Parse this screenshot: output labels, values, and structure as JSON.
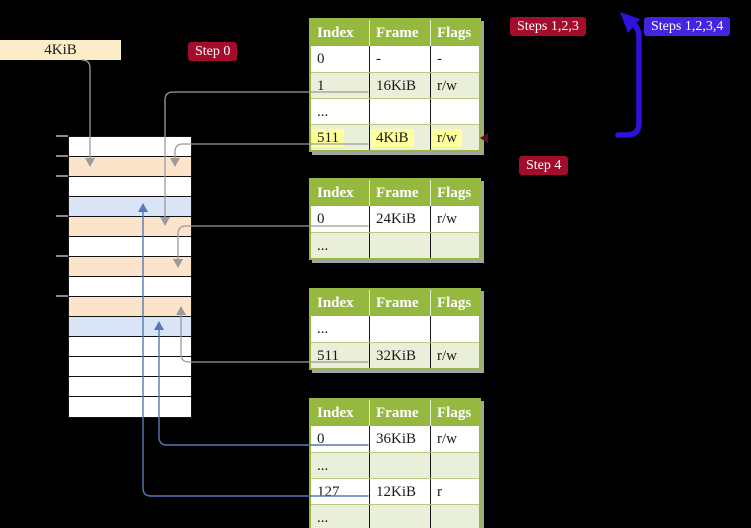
{
  "legend": {
    "page_size_label": "4KiB",
    "step0": "Step 0",
    "steps123": "Steps 1,2,3",
    "steps1234": "Steps 1,2,3,4",
    "step4": "Step 4"
  },
  "colors": {
    "table_header_bg": "#95b93f",
    "table_row_bg": "#ffffff",
    "table_row_alt_bg": "#e9efd8",
    "highlight_bg": "#ffff9c",
    "memory_white": "#ffffff",
    "memory_orange": "#fce4cb",
    "memory_blue": "#d9e5f6",
    "label_red_bg": "#a30d2b",
    "label_blue_bg": "#4424e0",
    "arrow_gray": "#9b9b9b",
    "arrow_blue_thin": "#5579b7",
    "arrow_blue_thick": "#2d12dd",
    "page_size_label_bg": "#fcedc9"
  },
  "memory_column": {
    "rows": [
      "white",
      "orange",
      "white",
      "blue",
      "orange",
      "white",
      "orange",
      "white",
      "orange",
      "blue",
      "white",
      "white",
      "white",
      "white"
    ]
  },
  "tables": [
    {
      "name": "page-table-1",
      "headers": [
        "Index",
        "Frame",
        "Flags"
      ],
      "rows": [
        [
          "0",
          "-",
          "-"
        ],
        [
          "1",
          "16KiB",
          "r/w"
        ],
        [
          "...",
          "",
          ""
        ],
        [
          "511",
          "4KiB",
          "r/w"
        ]
      ],
      "highlight_row": 3
    },
    {
      "name": "page-table-2",
      "headers": [
        "Index",
        "Frame",
        "Flags"
      ],
      "rows": [
        [
          "0",
          "24KiB",
          "r/w"
        ],
        [
          "...",
          "",
          ""
        ]
      ],
      "highlight_row": -1
    },
    {
      "name": "page-table-3",
      "headers": [
        "Index",
        "Frame",
        "Flags"
      ],
      "rows": [
        [
          "...",
          "",
          ""
        ],
        [
          "511",
          "32KiB",
          "r/w"
        ]
      ],
      "highlight_row": -1
    },
    {
      "name": "page-table-4",
      "headers": [
        "Index",
        "Frame",
        "Flags"
      ],
      "rows": [
        [
          "0",
          "36KiB",
          "r/w"
        ],
        [
          "...",
          "",
          ""
        ],
        [
          "127",
          "12KiB",
          "r"
        ],
        [
          "...",
          "",
          ""
        ]
      ],
      "highlight_row": -1
    }
  ]
}
